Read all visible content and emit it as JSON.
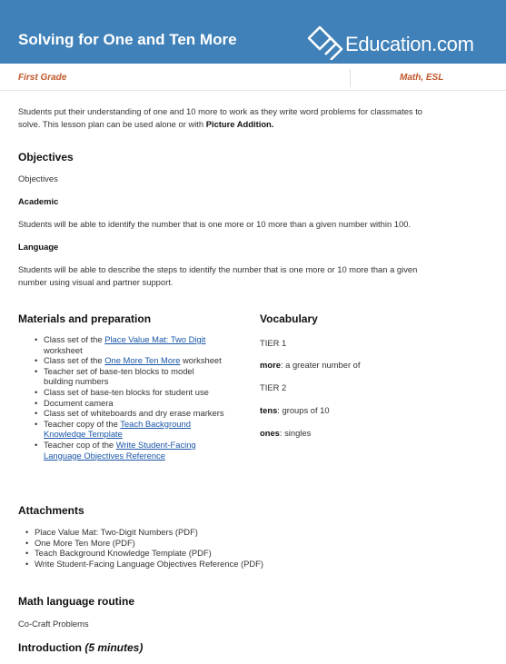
{
  "header": {
    "title": "Solving for One and Ten More",
    "logo_text": "Education.com"
  },
  "meta": {
    "grade": "First Grade",
    "subjects": "Math, ESL"
  },
  "intro": {
    "text_line1": "Students put their understanding of one and 10 more to work as they write word problems for classmates to",
    "text_line2_before": "solve. This lesson plan can be used alone or with ",
    "text_line2_bold": "Picture Addition."
  },
  "objectives": {
    "heading": "Objectives",
    "label": "Objectives",
    "academic_heading": "Academic",
    "academic_text": "Students will be able to identify the number that is one more or 10 more than a given number within 100.",
    "language_heading": "Language",
    "language_line1": "Students will be able to describe the steps to identify the number that is one more or 10 more than a given",
    "language_line2": "number using visual and partner support."
  },
  "materials": {
    "heading": "Materials and preparation",
    "items": [
      {
        "before": "Class set of the ",
        "link": "Place Value Mat: Two Digit",
        "after": "",
        "cont": "worksheet"
      },
      {
        "before": "Class set of the ",
        "link": "One More Ten More",
        "after": " worksheet",
        "cont": ""
      },
      {
        "before": "Teacher set of base-ten blocks to model",
        "link": "",
        "after": "",
        "cont": "building numbers"
      },
      {
        "before": "Class set of base-ten blocks for student use",
        "link": "",
        "after": "",
        "cont": ""
      },
      {
        "before": "Document camera",
        "link": "",
        "after": "",
        "cont": ""
      },
      {
        "before": "Class set of whiteboards and dry erase markers",
        "link": "",
        "after": "",
        "cont": ""
      },
      {
        "before": "Teacher copy of the ",
        "link": "Teach Background",
        "after": "",
        "cont_link": "Knowledge Template"
      },
      {
        "before": "Teacher cop of the ",
        "link": "Write Student-Facing",
        "after": "",
        "cont_link": "Language Objectives Reference"
      }
    ]
  },
  "vocabulary": {
    "heading": "Vocabulary",
    "tier1": "TIER 1",
    "term1": "more",
    "def1": ": a greater number of",
    "tier2": "TIER 2",
    "term2": "tens",
    "def2": ": groups of 10",
    "term3": "ones",
    "def3": ": singles"
  },
  "attachments": {
    "heading": "Attachments",
    "items": [
      "Place Value Mat: Two-Digit Numbers (PDF)",
      "One More Ten More (PDF)",
      "Teach Background Knowledge Template (PDF)",
      "Write Student-Facing Language Objectives Reference (PDF)"
    ]
  },
  "routine": {
    "heading": "Math language routine",
    "text": "Co-Craft Problems"
  },
  "introduction": {
    "heading": "Introduction",
    "duration": "(5 minutes)"
  },
  "colors": {
    "header_bg": "#3f81b8",
    "meta_text": "#c0572a",
    "link": "#1a56a8"
  }
}
